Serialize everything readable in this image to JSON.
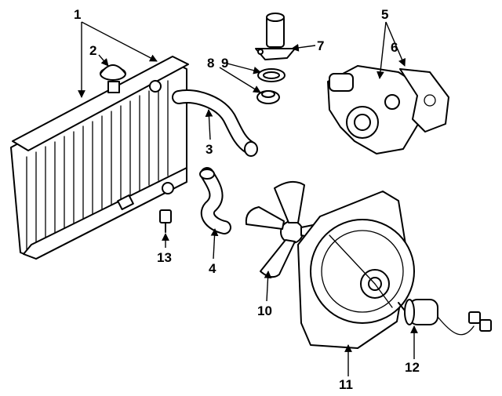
{
  "callouts": {
    "n1": "1",
    "n2": "2",
    "n3": "3",
    "n4": "4",
    "n5": "5",
    "n6": "6",
    "n7": "7",
    "n8": "8",
    "n9": "9",
    "n10": "10",
    "n11": "11",
    "n12": "12",
    "n13": "13"
  },
  "colors": {
    "ink": "#000000",
    "paper": "#ffffff"
  }
}
